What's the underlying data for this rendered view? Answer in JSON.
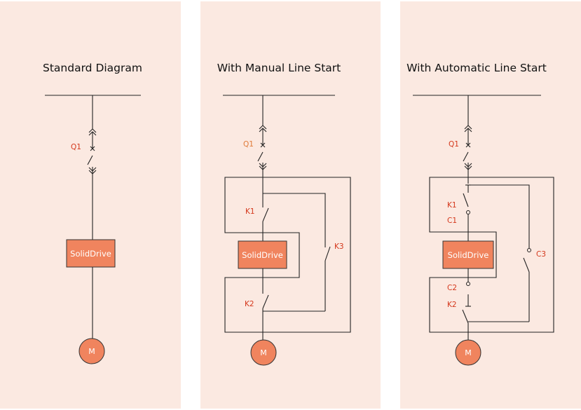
{
  "panels": [
    {
      "title": "Standard Diagram",
      "q_label": "Q1",
      "drive_label": "SolidDrive",
      "motor_label": "M"
    },
    {
      "title": "With Manual Line Start",
      "q_label": "Q1",
      "drive_label": "SolidDrive",
      "motor_label": "M",
      "k1_label": "K1",
      "k2_label": "K2",
      "k3_label": "K3"
    },
    {
      "title": "With Automatic Line Start",
      "q_label": "Q1",
      "drive_label": "SolidDrive",
      "motor_label": "M",
      "k1_label": "K1",
      "c1_label": "C1",
      "c2_label": "C2",
      "k2_label": "K2",
      "c3_label": "C3"
    }
  ],
  "colors": {
    "panel_bg": "#fbe9e1",
    "drive_fill": "#f0845e",
    "label_red": "#d4381c",
    "label_orange": "#e07b39"
  }
}
